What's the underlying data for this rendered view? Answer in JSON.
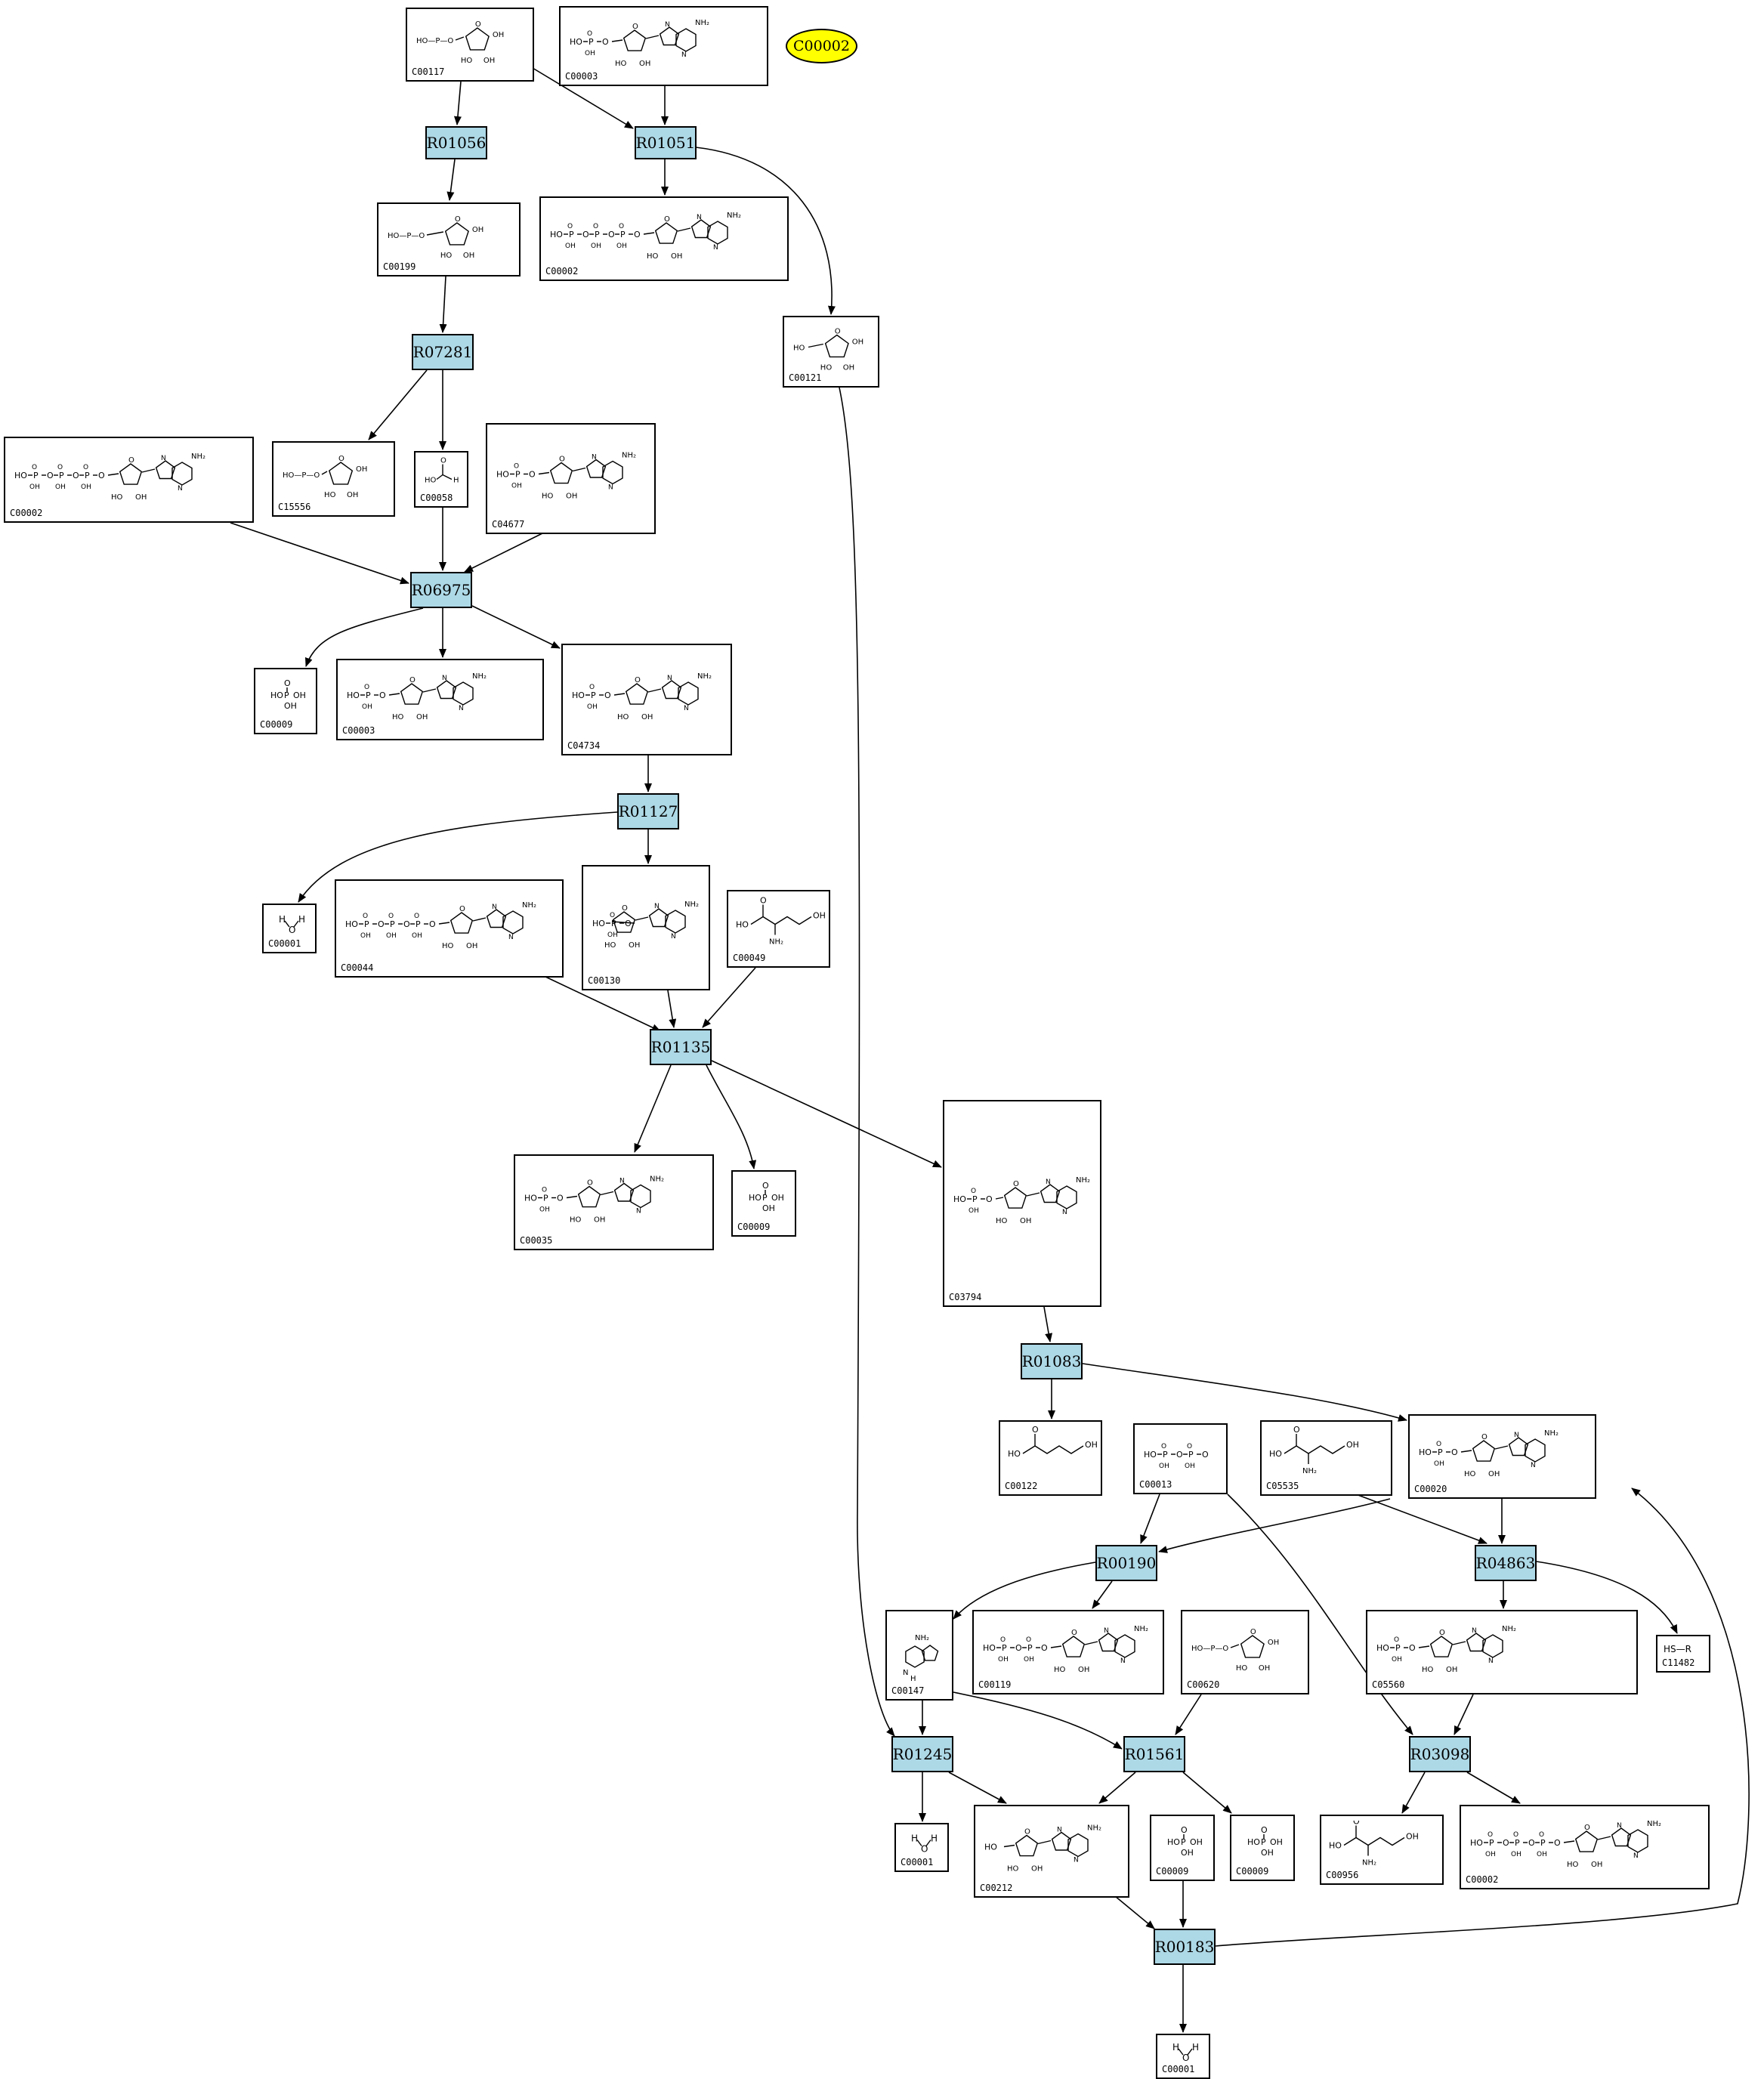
{
  "highlight": {
    "label": "C00002",
    "fill": "#ffff00"
  },
  "colors": {
    "reaction_fill": "#add8e6",
    "edge": "#000000"
  },
  "reactions": [
    {
      "id": "R01056"
    },
    {
      "id": "R01051"
    },
    {
      "id": "R07281"
    },
    {
      "id": "R06975"
    },
    {
      "id": "R01127"
    },
    {
      "id": "R01135"
    },
    {
      "id": "R01083"
    },
    {
      "id": "R00190"
    },
    {
      "id": "R04863"
    },
    {
      "id": "R01245"
    },
    {
      "id": "R01561"
    },
    {
      "id": "R03098"
    },
    {
      "id": "R00183"
    }
  ],
  "compounds": [
    {
      "key": "c00117",
      "id": "C00117",
      "structure": "ribose-5-phosphate"
    },
    {
      "key": "c00003",
      "id": "C00003",
      "structure": "nucleotide"
    },
    {
      "key": "c00002a",
      "id": "C00002",
      "structure": "nucleotide-triphosphate"
    },
    {
      "key": "c00199",
      "id": "C00199",
      "structure": "ribulose-5-phosphate"
    },
    {
      "key": "c00121",
      "id": "C00121",
      "structure": "ribose"
    },
    {
      "key": "c00002b",
      "id": "C00002",
      "structure": "nucleotide-triphosphate"
    },
    {
      "key": "c15556",
      "id": "C15556",
      "structure": "sugar-phosphate"
    },
    {
      "key": "c00058",
      "id": "C00058",
      "structure": "formate"
    },
    {
      "key": "c04677",
      "id": "C04677",
      "structure": "aicar"
    },
    {
      "key": "c00009a",
      "id": "C00009",
      "structure": "phosphate"
    },
    {
      "key": "c00003b",
      "id": "C00003",
      "structure": "nucleotide"
    },
    {
      "key": "c04734",
      "id": "C04734",
      "structure": "faicar"
    },
    {
      "key": "c00001a",
      "id": "C00001",
      "structure": "water"
    },
    {
      "key": "c00044",
      "id": "C00044",
      "structure": "nucleotide-triphosphate"
    },
    {
      "key": "c00130",
      "id": "C00130",
      "structure": "imp"
    },
    {
      "key": "c00049",
      "id": "C00049",
      "structure": "amino-acid"
    },
    {
      "key": "c00035",
      "id": "C00035",
      "structure": "nucleotide"
    },
    {
      "key": "c00009b",
      "id": "C00009",
      "structure": "phosphate"
    },
    {
      "key": "c03794",
      "id": "C03794",
      "structure": "adenylosuccinate"
    },
    {
      "key": "c00122",
      "id": "C00122",
      "structure": "fumarate"
    },
    {
      "key": "c00013",
      "id": "C00013",
      "structure": "pyrophosphate"
    },
    {
      "key": "c05535",
      "id": "C05535",
      "structure": "amino-acid"
    },
    {
      "key": "c00020",
      "id": "C00020",
      "structure": "nucleotide"
    },
    {
      "key": "c00147",
      "id": "C00147",
      "structure": "adenine"
    },
    {
      "key": "c00119",
      "id": "C00119",
      "structure": "prpp"
    },
    {
      "key": "c00620",
      "id": "C00620",
      "structure": "ribose-5-phosphate"
    },
    {
      "key": "c05560",
      "id": "C05560",
      "structure": "nucleotide"
    },
    {
      "key": "c11482",
      "id": "C11482",
      "structure": "thiol"
    },
    {
      "key": "c00001b",
      "id": "C00001",
      "structure": "water"
    },
    {
      "key": "c00212",
      "id": "C00212",
      "structure": "adenosine"
    },
    {
      "key": "c00009c",
      "id": "C00009",
      "structure": "phosphate"
    },
    {
      "key": "c00009d",
      "id": "C00009",
      "structure": "phosphate"
    },
    {
      "key": "c00956",
      "id": "C00956",
      "structure": "amino-acid"
    },
    {
      "key": "c00002c",
      "id": "C00002",
      "structure": "nucleotide-triphosphate"
    },
    {
      "key": "c00001c",
      "id": "C00001",
      "structure": "water"
    }
  ]
}
